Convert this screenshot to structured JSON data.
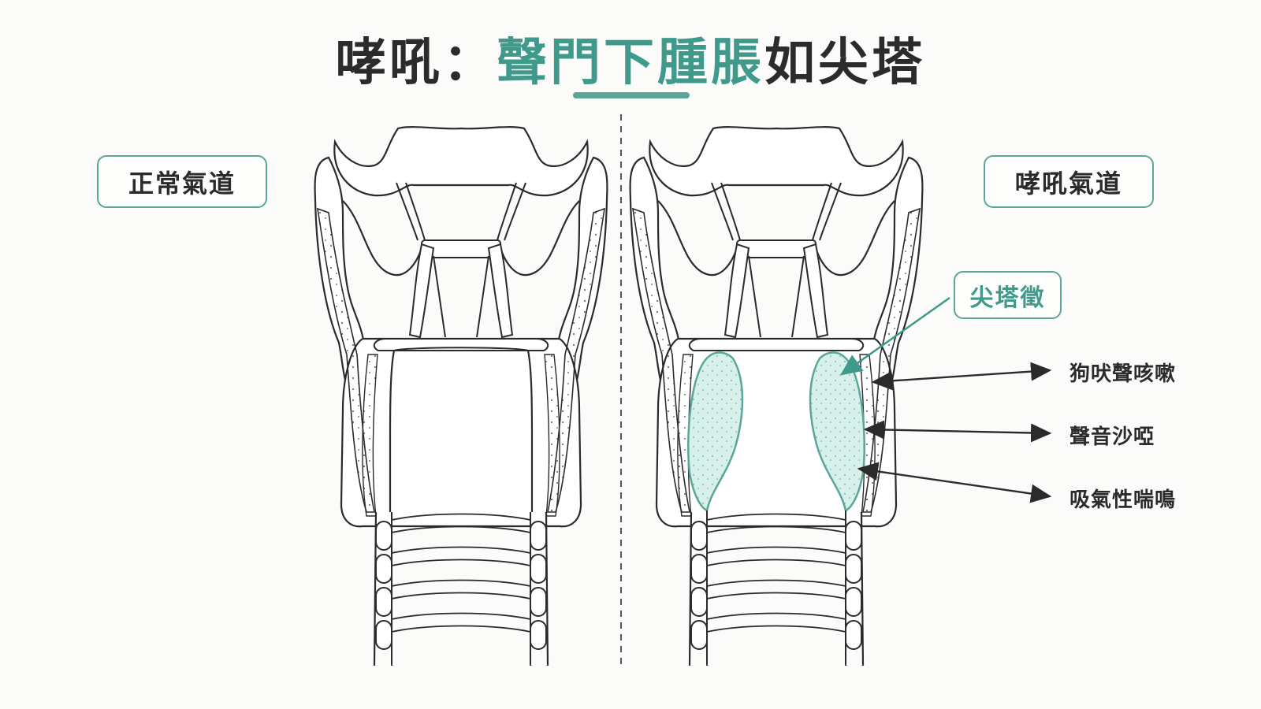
{
  "title": {
    "prefix": "哮吼：",
    "highlight": "聲門下腫脹",
    "suffix": "如尖塔"
  },
  "labels": {
    "normal_airway": "正常氣道",
    "croup_airway": "哮吼氣道",
    "steeple_sign": "尖塔徵"
  },
  "symptoms": [
    "狗吠聲咳嗽",
    "聲音沙啞",
    "吸氣性喘鳴"
  ],
  "colors": {
    "accent": "#3f9a8c",
    "swelling_fill": "#d8f0ea",
    "line": "#2b2b2b"
  }
}
